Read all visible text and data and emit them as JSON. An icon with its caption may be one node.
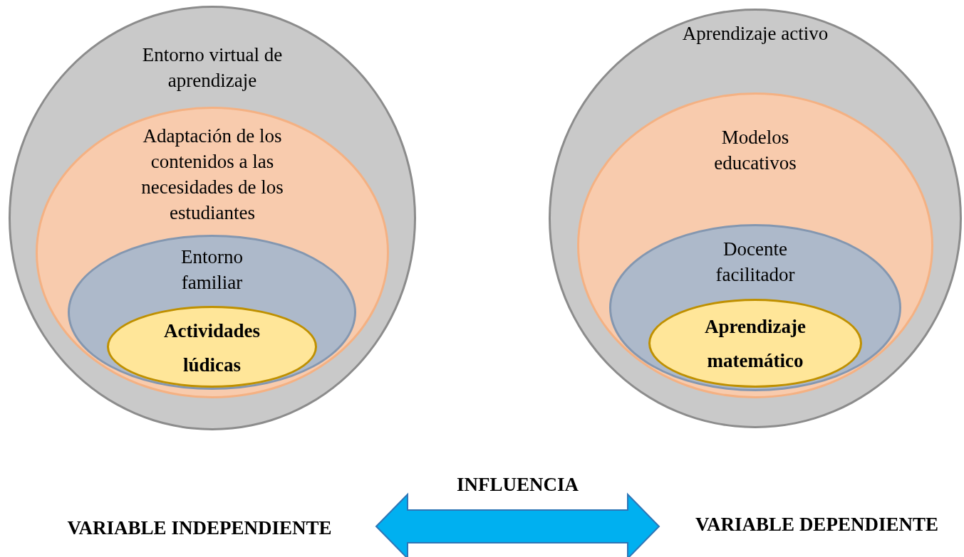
{
  "diagram": {
    "nodes": [
      {
        "text": [
          "Entorno virtual de aprendizaje"
        ]
      },
      {
        "text": [
          "Adaptación de los contenidos a las necesidades de los estudiantes"
        ],
        "in": 0
      },
      {
        "text": [
          "Entorno familiar"
        ],
        "in": 1
      },
      {
        "text": [
          "Actividades lúdicas"
        ],
        "in": 2
      },
      {
        "text": [
          "Aprendizaje activo"
        ]
      },
      {
        "text": [
          "Modelos educativos"
        ],
        "in": 4
      },
      {
        "text": [
          "Docente facilitador"
        ],
        "in": 5
      },
      {
        "text": [
          "Aprendizaje matemático"
        ],
        "in": 6
      },
      {
        "text": [
          "VARIABLE INDEPENDIENTE"
        ]
      },
      {
        "text": [
          "VARIABLE DEPENDIENTE"
        ]
      }
    ],
    "edges": [
      {
        "from": 8,
        "to": 9,
        "arrow": "both",
        "label": "INFLUENCIA",
        "style": "thick",
        "color": "#00b0f0"
      }
    ]
  }
}
